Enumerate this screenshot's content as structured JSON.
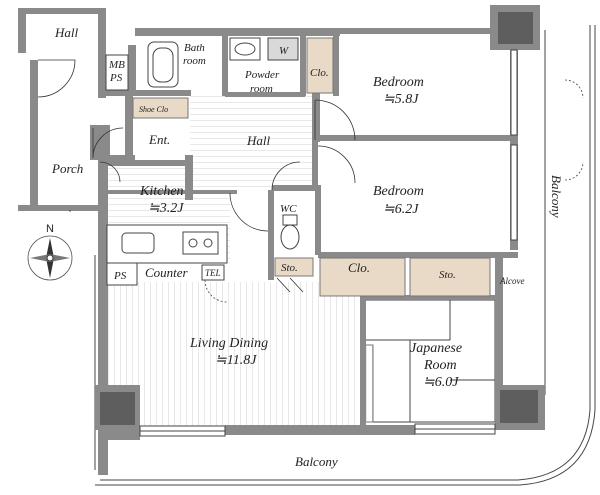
{
  "rooms": {
    "hall_outer": "Hall",
    "mb_ps_1": "MB",
    "mb_ps_2": "PS",
    "bath_1": "Bath",
    "bath_2": "room",
    "washer_mark": "W",
    "powder_1": "Powder",
    "powder_2": "room",
    "closet_top": "Clo.",
    "bedroom1_name": "Bedroom",
    "bedroom1_size": "≒5.8J",
    "shoe_clo": "Shoe Clo",
    "entrance": "Ent.",
    "hall_inner": "Hall",
    "porch": "Porch",
    "kitchen_name": "Kitchen",
    "kitchen_size": "≒3.2J",
    "bedroom2_name": "Bedroom",
    "bedroom2_size": "≒6.2J",
    "wc": "WC",
    "ps_kitchen": "PS",
    "counter": "Counter",
    "tel": "TEL",
    "sto_small": "Sto.",
    "clo_mid": "Clo.",
    "sto_mid": "Sto.",
    "alcove": "Alcove",
    "living_name": "Living Dining",
    "living_size": "≒11.8J",
    "japanese_1": "Japanese",
    "japanese_2": "Room",
    "japanese_size": "≒6.0J",
    "balcony_bottom": "Balcony",
    "balcony_right": "Balcony"
  },
  "compass": {
    "north": "N",
    "icon": "compass-rose-icon"
  },
  "colors": {
    "wall": "#8a8a8a",
    "storage": "#e9d9c7",
    "floor_line": "#c9c9c9"
  }
}
